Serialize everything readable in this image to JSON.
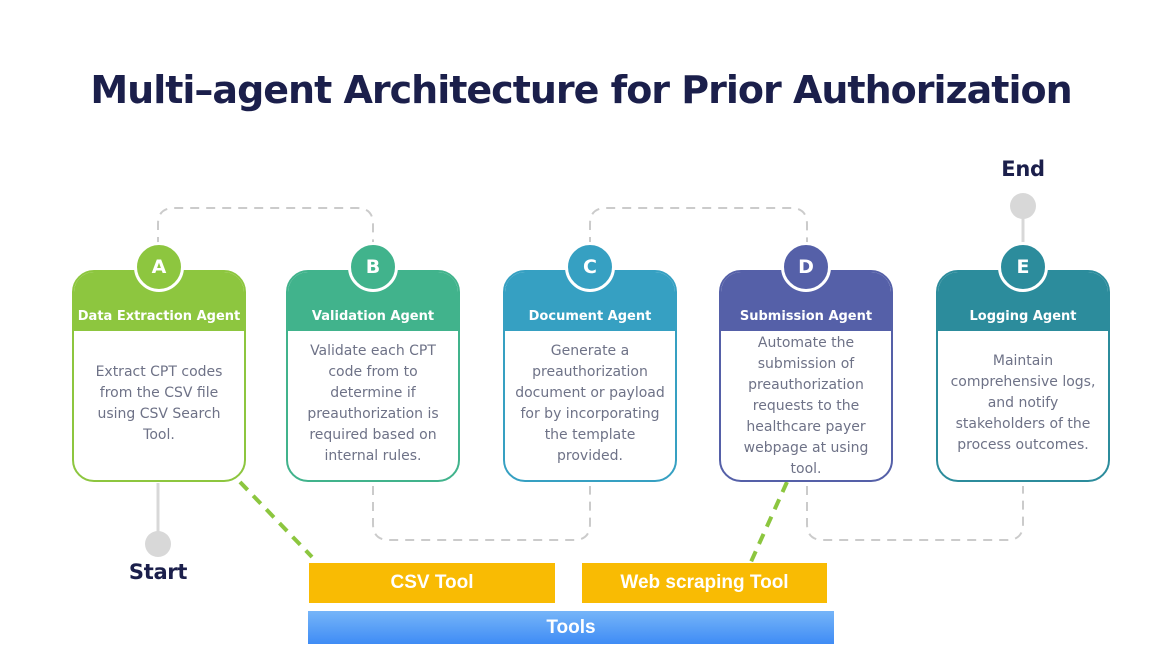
{
  "title": {
    "text": "Multi–agent Architecture for Prior Authorization",
    "color": "#1B1F4B"
  },
  "flow": {
    "start_label": "Start",
    "end_label": "End",
    "node_color": "#D8D8D8",
    "connector_color": "#CBCBCB"
  },
  "agents": [
    {
      "letter": "A",
      "name": "Data Extraction Agent",
      "description": "Extract CPT codes from the CSV file using CSV Search Tool.",
      "color": "#8DC63F"
    },
    {
      "letter": "B",
      "name": "Validation Agent",
      "description": "Validate each CPT code from to determine if preauthorization is required based on internal rules.",
      "color": "#41B38C"
    },
    {
      "letter": "C",
      "name": "Document Agent",
      "description": "Generate a preauthorization document or payload for by incorporating the template provided.",
      "color": "#36A0C2"
    },
    {
      "letter": "D",
      "name": "Submission Agent",
      "description": "Automate the submission of preauthorization requests to the healthcare payer webpage at using tool.",
      "color": "#5560A8"
    },
    {
      "letter": "E",
      "name": "Logging Agent",
      "description": "Maintain comprehensive logs, and notify stakeholders of the process outcomes.",
      "color": "#2C8C9C"
    }
  ],
  "body_text_color": "#6E7287",
  "tools": {
    "link_color": "#8CC63F",
    "boxes": [
      {
        "label": "CSV Tool",
        "color": "#F9BB03"
      },
      {
        "label": "Web scraping Tool",
        "color": "#F9BB03"
      }
    ],
    "bar": {
      "label": "Tools",
      "gradient_top": "#76B5F8",
      "gradient_bottom": "#3F8CF5"
    }
  }
}
